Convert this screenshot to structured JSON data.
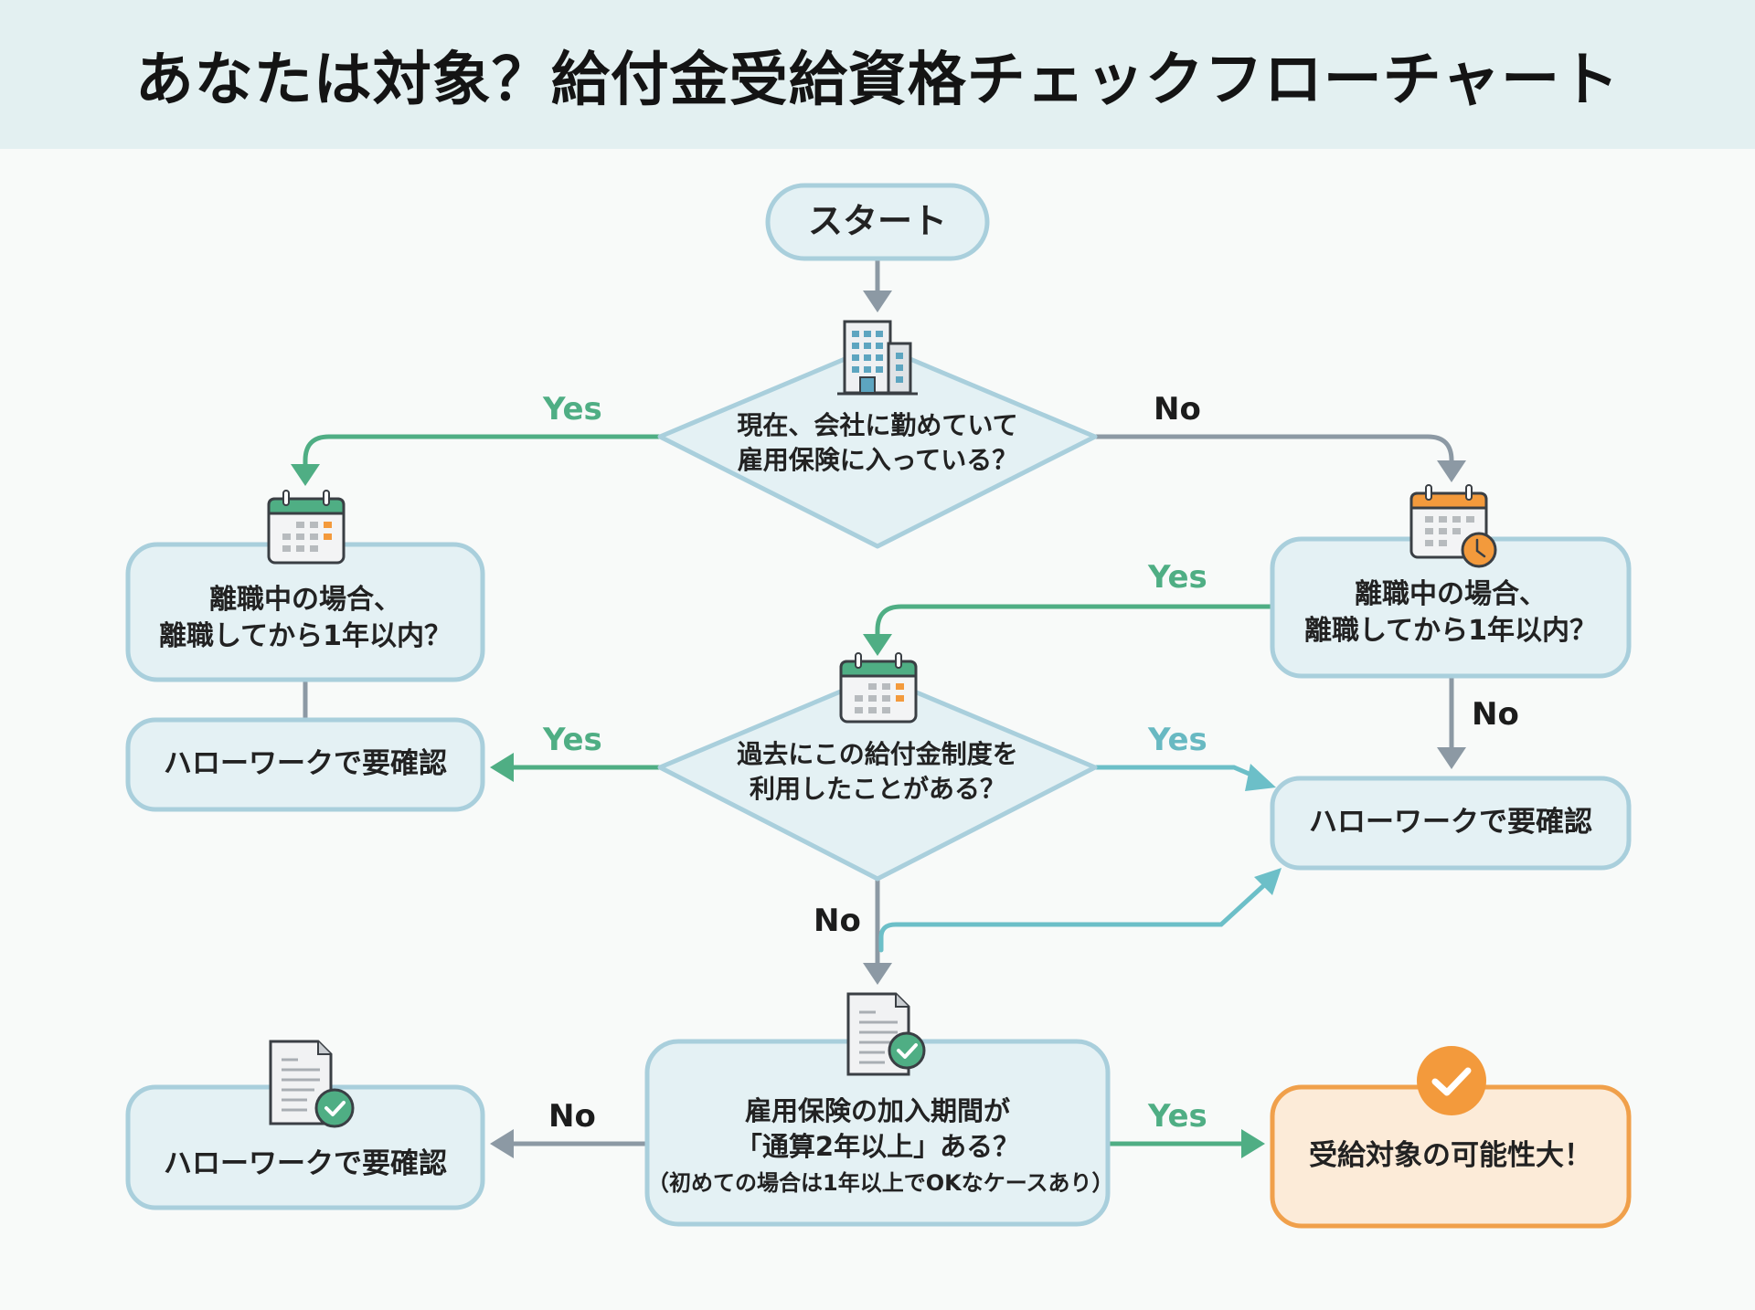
{
  "title": "あなたは対象？給付金受給資格チェックフローチャート",
  "colors": {
    "header_bg": "#e3f0f1",
    "node_fill": "#e4f1f4",
    "node_border": "#a9cfdc",
    "yes_green": "#4fae84",
    "yes_teal": "#6cbfc8",
    "no_gray": "#8c99a4",
    "result_fill": "#fcebd8",
    "result_border": "#f0a04b",
    "accent_orange": "#f39a3c"
  },
  "nodes": {
    "start": {
      "label": "スタート"
    },
    "q1": {
      "line1": "現在、会社に勤めていて",
      "line2": "雇用保険に入っている？",
      "icon": "building-icon"
    },
    "q2_left": {
      "line1": "離職中の場合、",
      "line2": "離職してから1年以内？",
      "icon": "calendar-icon"
    },
    "q2_right": {
      "line1": "離職中の場合、",
      "line2": "離職してから1年以内？",
      "icon": "calendar-clock-icon"
    },
    "q3": {
      "line1": "過去にこの給付金制度を",
      "line2": "利用したことがある？",
      "icon": "calendar-icon"
    },
    "q4": {
      "line1": "雇用保険の加入期間が",
      "line2": "「通算2年以上」ある？",
      "note": "（初めての場合は1年以上でOKなケースあり）",
      "icon": "document-check-icon"
    },
    "hw_left_mid": {
      "label": "ハローワークで要確認"
    },
    "hw_right_mid": {
      "label": "ハローワークで要確認"
    },
    "hw_left_bottom": {
      "label": "ハローワークで要確認",
      "icon": "document-check-icon"
    },
    "result": {
      "label": "受給対象の可能性大！",
      "icon": "check-circle-icon"
    }
  },
  "edges": {
    "q1_yes": "Yes",
    "q1_no": "No",
    "q2r_yes": "Yes",
    "q2r_no": "No",
    "q3_yes_left": "Yes",
    "q3_yes_right": "Yes",
    "q3_no": "No",
    "q4_no": "No",
    "q4_yes": "Yes"
  }
}
